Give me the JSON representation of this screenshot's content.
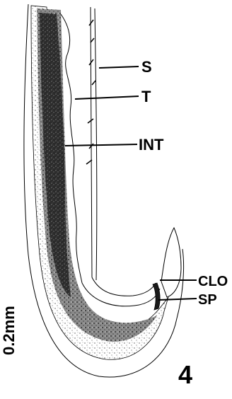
{
  "figure": {
    "number": "4",
    "scale_label": "0.2mm",
    "labels": {
      "s": "S",
      "t": "T",
      "int": "INT",
      "clo": "CLO",
      "sp": "SP"
    }
  }
}
